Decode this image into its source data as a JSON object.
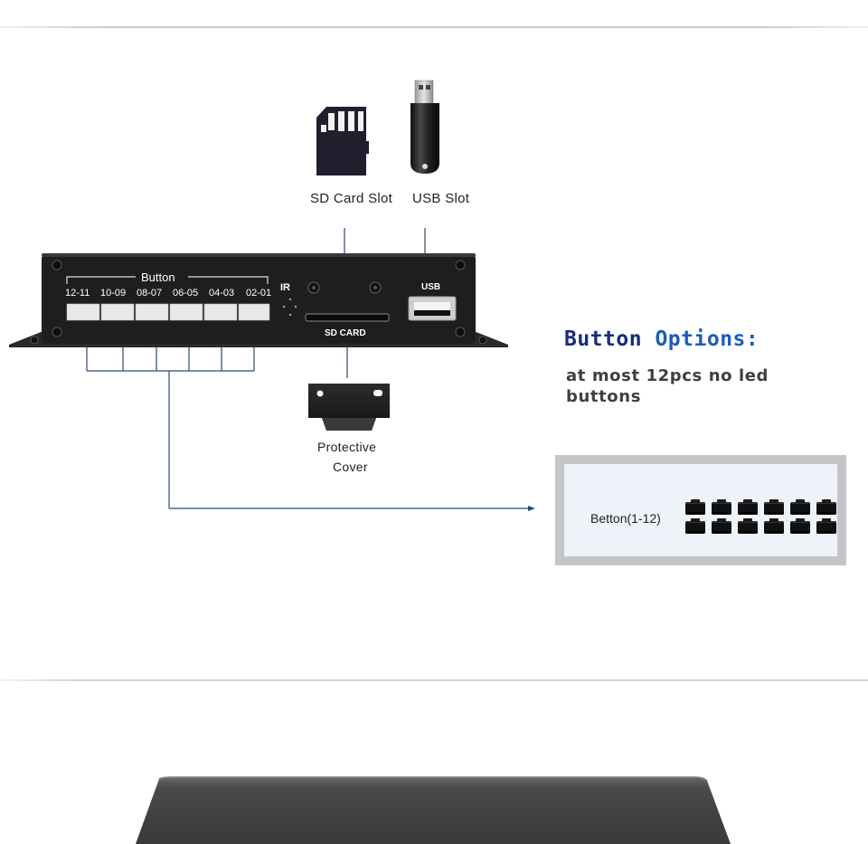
{
  "labels": {
    "sd_card_slot": "SD Card Slot",
    "usb_slot": "USB Slot",
    "protective_cover_line1": "Protective",
    "protective_cover_line2": "Cover"
  },
  "device": {
    "button_group_label": "Button",
    "ports": [
      "12-11",
      "10-09",
      "08-07",
      "06-05",
      "04-03",
      "02-01"
    ],
    "ir_label": "IR",
    "usb_label": "USB",
    "sd_label": "SD CARD"
  },
  "options": {
    "title_part1": "Button",
    "title_part2": "Options:",
    "description": "at most 12pcs no led buttons",
    "box_label": "Betton(1-12)",
    "button_count": 12
  },
  "colors": {
    "title": "#172c7a",
    "title_accent": "#1d5cb8",
    "connector_line": "#2b4a6f",
    "device_body": "#1e1e1e"
  },
  "icons": [
    "sd-card-icon",
    "usb-flash-drive-icon",
    "protective-cover-icon",
    "push-button-icon"
  ]
}
